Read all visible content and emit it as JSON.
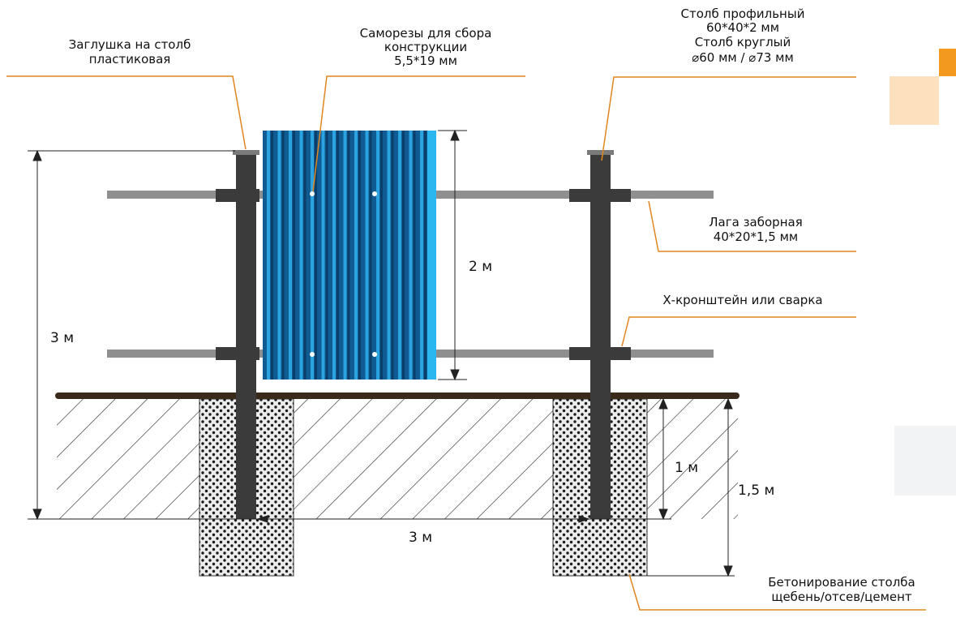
{
  "labels": {
    "cap": [
      "Заглушка на столб",
      "пластиковая"
    ],
    "screws": [
      "Саморезы для сбора",
      "конструкции",
      "5,5*19 мм"
    ],
    "post": [
      "Столб профильный",
      "60*40*2 мм",
      "Столб круглый",
      "⌀60 мм / ⌀73 мм"
    ],
    "rail": [
      "Лага заборная",
      "40*20*1,5 мм"
    ],
    "bracket": [
      "Х-кронштейн или сварка"
    ],
    "concrete": [
      "Бетонирование столба",
      "щебень/отсев/цемент"
    ]
  },
  "dimensions": {
    "total_height": "3 м",
    "sheet_height": "2 м",
    "depth": "1 м",
    "pit_depth": "1,5 м",
    "post_spacing": "3 м"
  },
  "colors": {
    "leader": "#e0861e",
    "post": "#3b3b3b",
    "rail": "#8f8f8f",
    "ground": "#3a2a1a",
    "sheet_dark": "#0f5b92",
    "sheet_light": "#2aa3e0",
    "accent_orange": "#f39a1e",
    "accent_peach": "#fde0bd",
    "accent_grey": "#f2f3f5"
  }
}
